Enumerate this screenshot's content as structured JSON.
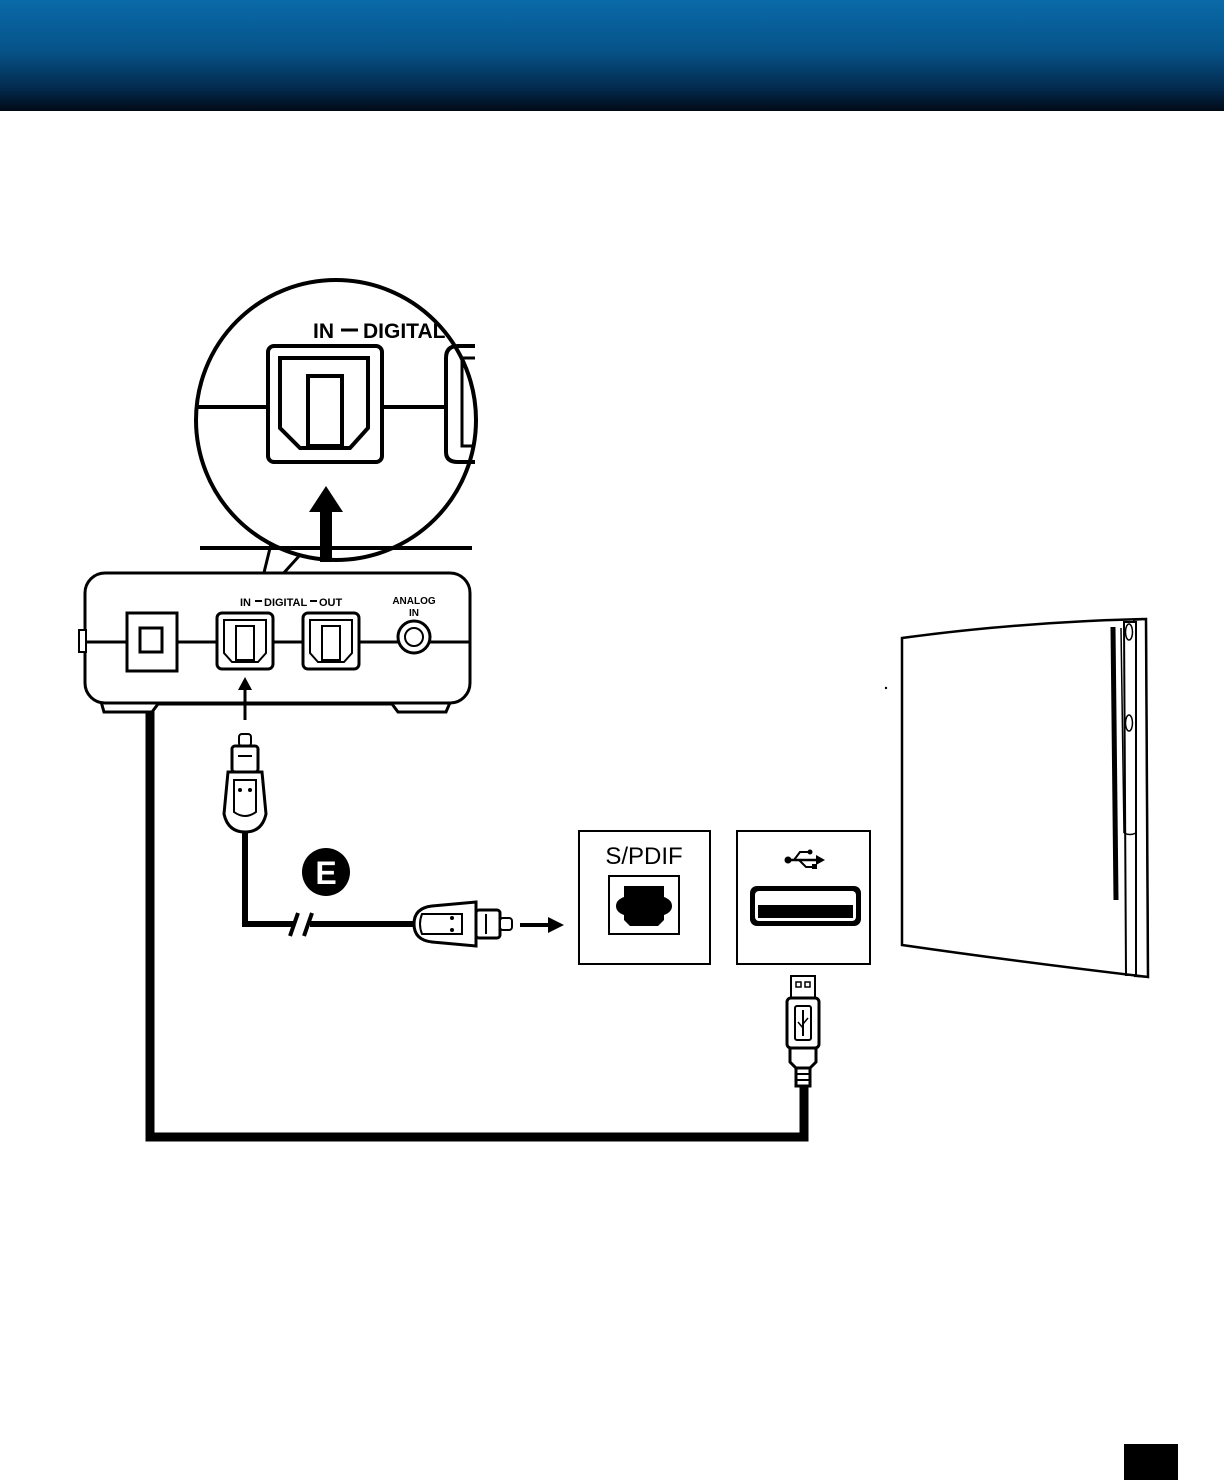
{
  "zoom_callout": {
    "label_in": "IN",
    "label_digital": "DIGITAL"
  },
  "receiver": {
    "label_in": "IN",
    "label_digital": "DIGITAL",
    "label_out": "OUT",
    "label_analog": "ANALOG",
    "label_analog_in": "IN"
  },
  "step_badge": {
    "letter": "E"
  },
  "console_panel": {
    "spdif_label": "S/PDIF"
  },
  "colors": {
    "header_top": "#0a6aa8",
    "header_bottom": "#010a16",
    "ink": "#000000"
  },
  "icons": [
    "usb-icon",
    "optical-port-icon",
    "usb-port-icon",
    "arrow-up-icon",
    "arrow-right-icon"
  ]
}
